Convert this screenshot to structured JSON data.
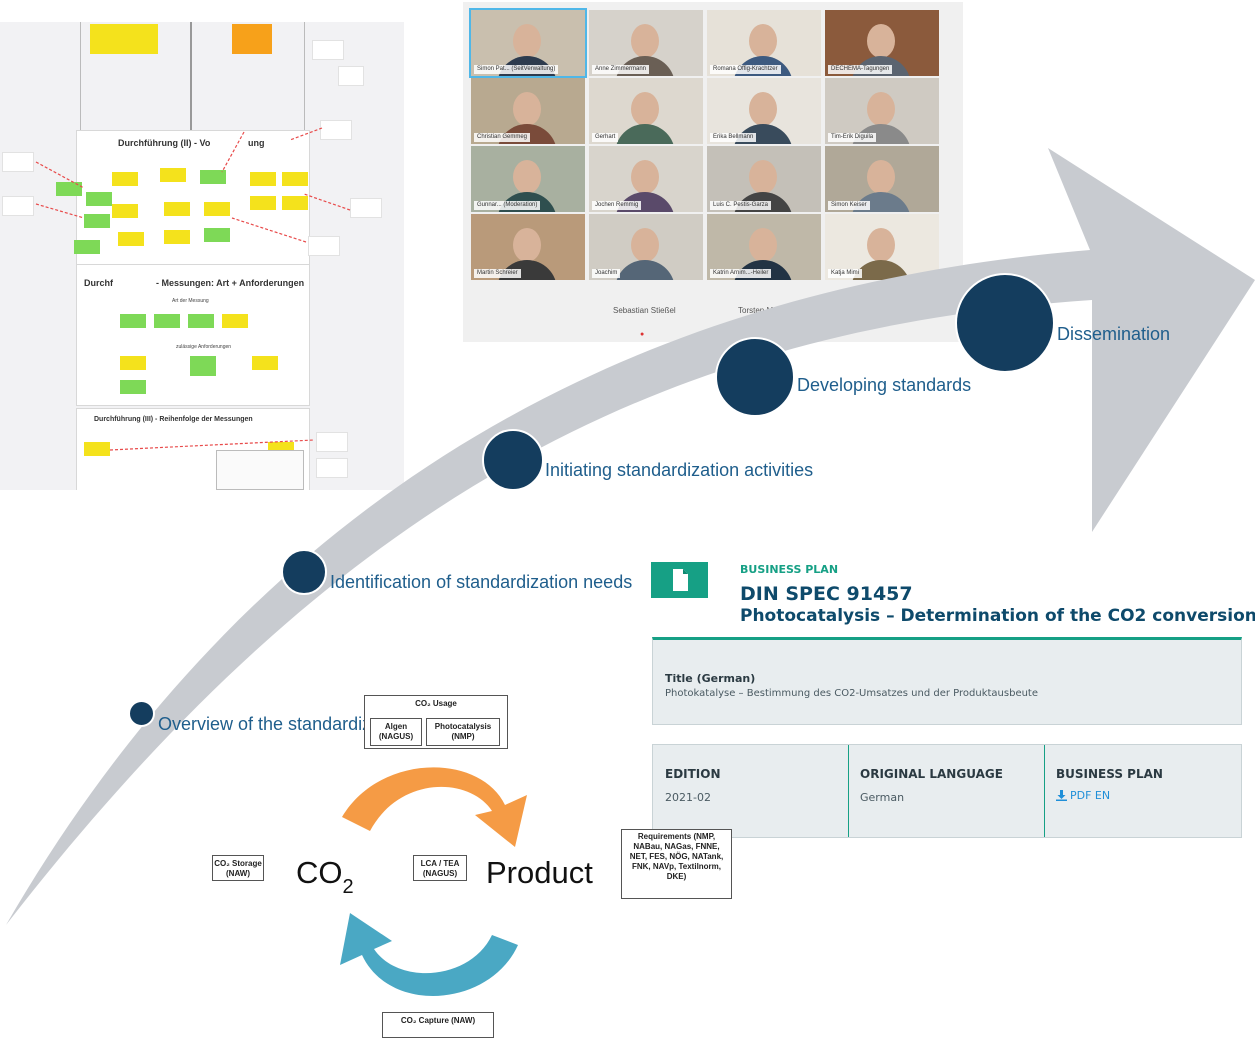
{
  "whiteboard": {
    "heading_1": "Durchführung (II) - Vo",
    "heading_1b": "ung",
    "heading_2": "Durchf",
    "heading_2b": "- Messungen: Art + Anforderungen",
    "heading_3": "Durchführung (III) - Reihenfolge der Messungen",
    "sub_1": "Art der Messung",
    "sub_2": "zulässige Anforderungen"
  },
  "video_call": {
    "participants": [
      "Simon Pat... (SeitVerwaltung)",
      "Anne Zimmermann",
      "Romana Offig-Krachtzer",
      "DECHEMA-Tagungen",
      "Christian Gemmeg",
      "Gerhart",
      "Erika Bellmann",
      "Tim-Erik Diguila",
      "Gunnar... (Moderation)",
      "Jochen Remmig",
      "Luis C. Pestis-Garza",
      "Simon Keiser",
      "Martin Schreier",
      "Joachim",
      "Katrin Arnim...-Heiler",
      "Katja Mimi"
    ],
    "bottom_names": [
      "Sebastian Stießel",
      "Torsten Mü"
    ],
    "bottom_icon": "microphone-muted-icon"
  },
  "stages": [
    {
      "label": "Overview of the standardization landscape"
    },
    {
      "label": "Identification of standardization needs"
    },
    {
      "label": "Initiating standardization activities"
    },
    {
      "label": "Developing standards"
    },
    {
      "label": "Dissemination"
    }
  ],
  "colors": {
    "arrow": "#c8cbd0",
    "stage_fill": "#143d5e",
    "stage_text": "#1f5e8c",
    "teal": "#16a085",
    "orange_arrow": "#f59b45",
    "blue_arrow": "#4aa8c4"
  },
  "business_plan": {
    "icon": "document-icon",
    "kicker": "BUSINESS PLAN",
    "title_line1": "DIN SPEC 91457",
    "title_line2": "Photocatalysis – Determination of the CO2 conversion",
    "german_title_label": "Title (German)",
    "german_title": "Photokatalyse – Bestimmung des CO2-Umsatzes und der Produktausbeute",
    "edition_label": "EDITION",
    "edition_value": "2021-02",
    "language_label": "ORIGINAL LANGUAGE",
    "language_value": "German",
    "plan_label": "BUSINESS PLAN",
    "plan_link": "PDF EN",
    "plan_link_icon": "download-icon"
  },
  "co2_cycle": {
    "usage_title": "CO₂ Usage",
    "algen": "Algen (NAGUS)",
    "photocatalysis": "Photocatalysis (NMP)",
    "storage": "CO₂ Storage (NAW)",
    "co2": "CO",
    "co2_sub": "2",
    "lca": "LCA / TEA (NAGUS)",
    "product": "Product",
    "requirements": "Requirements (NMP, NABau, NAGas, FNNE, NET, FES, NÖG, NATank, FNK, NAVp, Textilnorm, DKE)",
    "capture": "CO₂ Capture (NAW)"
  }
}
